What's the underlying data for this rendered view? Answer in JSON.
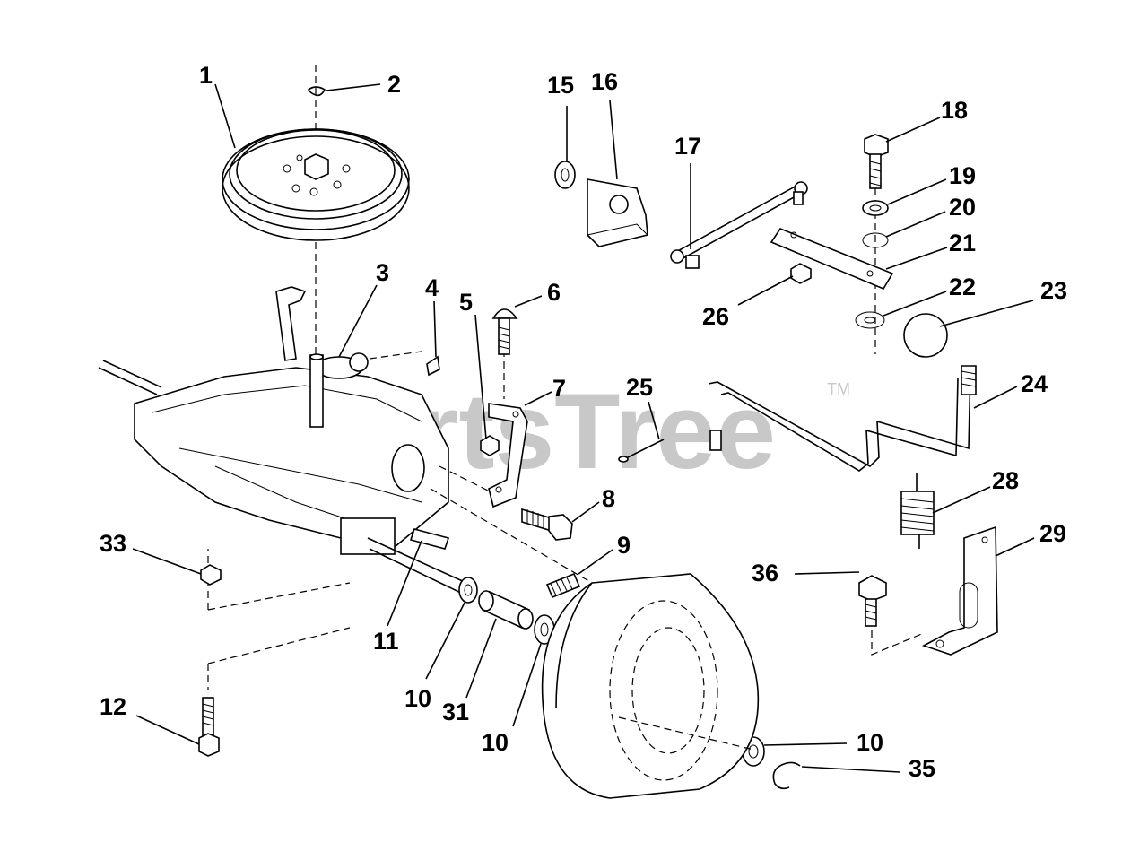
{
  "watermark": {
    "text": "PartsTree",
    "trademark": "TM"
  },
  "callouts": [
    {
      "id": "c1",
      "text": "1"
    },
    {
      "id": "c2",
      "text": "2"
    },
    {
      "id": "c3",
      "text": "3"
    },
    {
      "id": "c4",
      "text": "4"
    },
    {
      "id": "c5",
      "text": "5"
    },
    {
      "id": "c6",
      "text": "6"
    },
    {
      "id": "c7",
      "text": "7"
    },
    {
      "id": "c8",
      "text": "8"
    },
    {
      "id": "c9",
      "text": "9"
    },
    {
      "id": "c10a",
      "text": "10"
    },
    {
      "id": "c10b",
      "text": "10"
    },
    {
      "id": "c10c",
      "text": "10"
    },
    {
      "id": "c11",
      "text": "11"
    },
    {
      "id": "c12",
      "text": "12"
    },
    {
      "id": "c15",
      "text": "15"
    },
    {
      "id": "c16",
      "text": "16"
    },
    {
      "id": "c17",
      "text": "17"
    },
    {
      "id": "c18",
      "text": "18"
    },
    {
      "id": "c19",
      "text": "19"
    },
    {
      "id": "c20",
      "text": "20"
    },
    {
      "id": "c21",
      "text": "21"
    },
    {
      "id": "c22",
      "text": "22"
    },
    {
      "id": "c23",
      "text": "23"
    },
    {
      "id": "c24",
      "text": "24"
    },
    {
      "id": "c25",
      "text": "25"
    },
    {
      "id": "c26",
      "text": "26"
    },
    {
      "id": "c28",
      "text": "28"
    },
    {
      "id": "c29",
      "text": "29"
    },
    {
      "id": "c31",
      "text": "31"
    },
    {
      "id": "c33",
      "text": "33"
    },
    {
      "id": "c35",
      "text": "35"
    },
    {
      "id": "c36",
      "text": "36"
    }
  ]
}
